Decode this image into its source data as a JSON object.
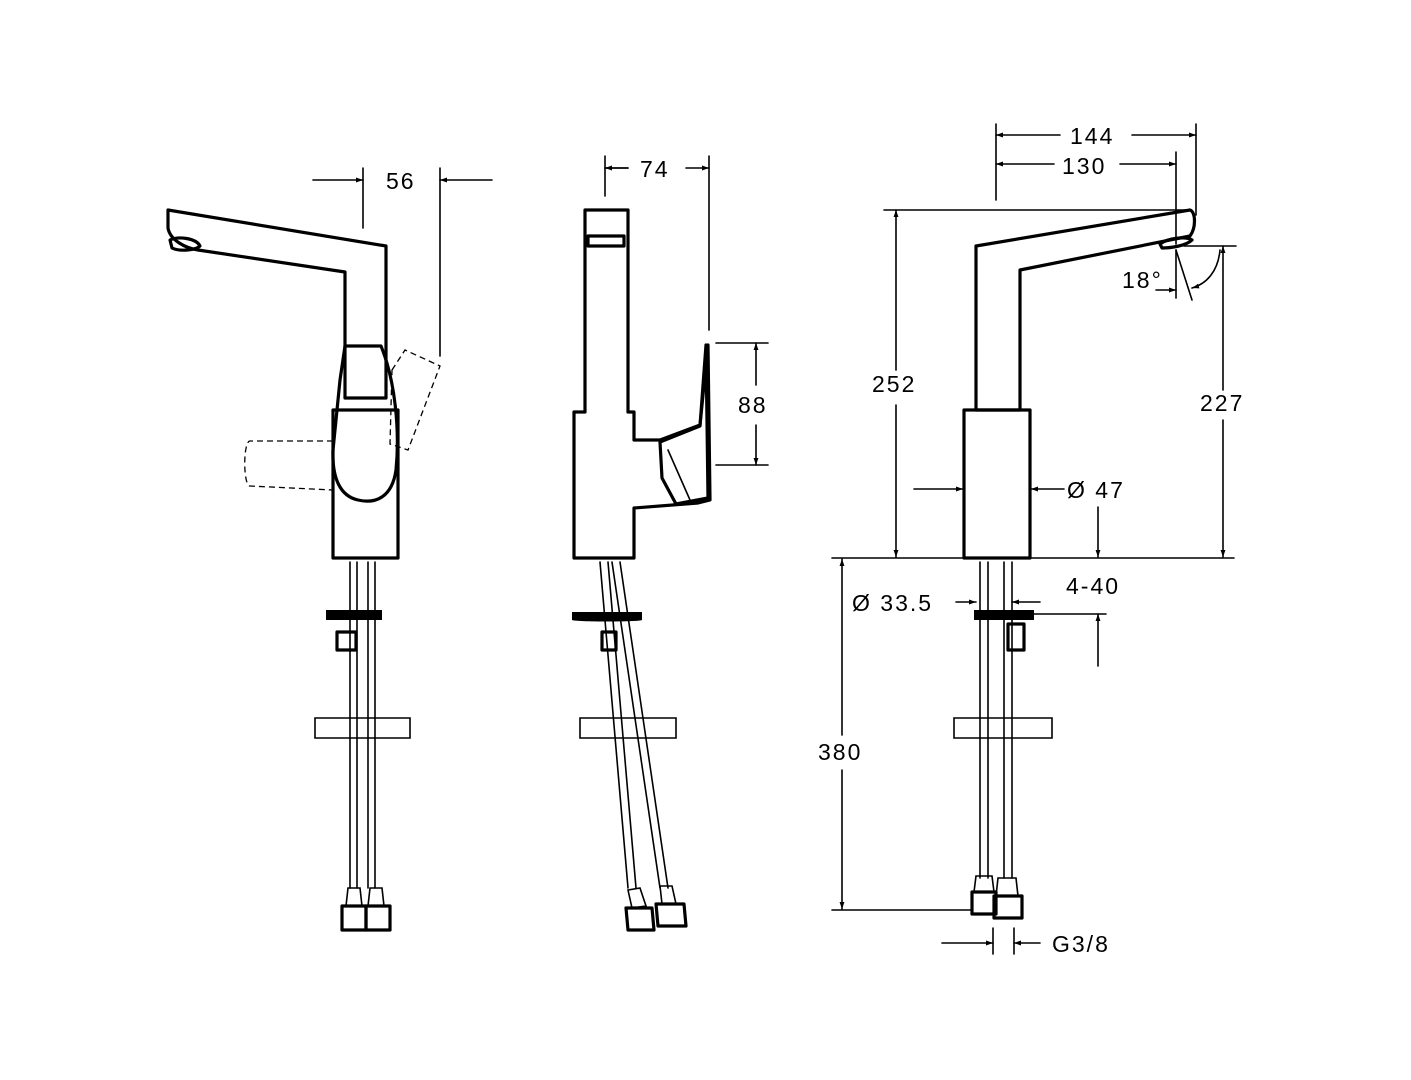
{
  "dimensions": {
    "left_lever_offset": "56",
    "side_depth": "74",
    "side_lever_height": "88",
    "front_reach_total": "144",
    "front_reach_spout": "130",
    "spout_angle": "18°",
    "front_total_height": "252",
    "front_outlet_height": "227",
    "body_diameter": "Ø 47",
    "mounting_diameter": "Ø 33.5",
    "counter_thickness": "4-40",
    "hose_length": "380",
    "thread": "G3/8"
  },
  "colors": {
    "line": "#000000",
    "background": "#ffffff"
  }
}
